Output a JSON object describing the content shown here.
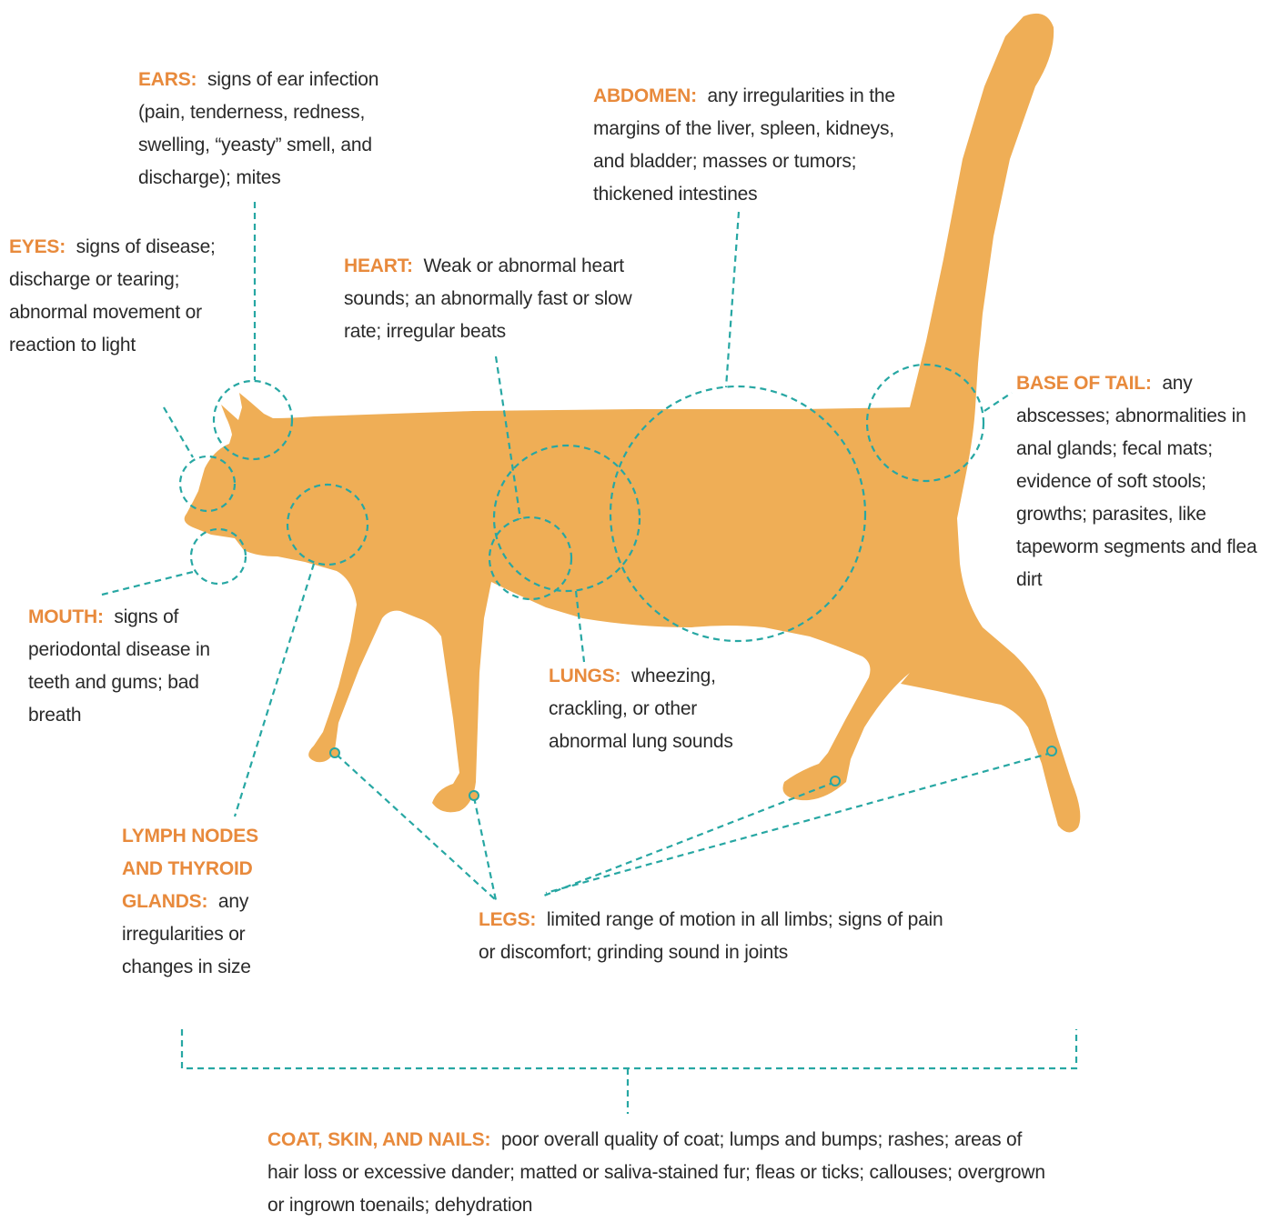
{
  "colors": {
    "cat": "#EFAE56",
    "accent": "#E88A3C",
    "line": "#27A7A3",
    "text": "#2a2a2a"
  },
  "labels": {
    "ears": {
      "title": "EARS:",
      "body": "signs of ear infection (pain, tenderness, redness, swelling, “yeasty” smell, and discharge); mites"
    },
    "abdomen": {
      "title": "ABDOMEN:",
      "body": "any irregularities in the margins of the liver, spleen, kidneys, and bladder; masses or tumors; thickened intestines"
    },
    "eyes": {
      "title": "EYES:",
      "body": "signs of disease; discharge or tearing; abnormal movement or reaction to light"
    },
    "heart": {
      "title": "HEART:",
      "body": "Weak or abnormal heart sounds; an abnormally fast or slow rate; irregular beats"
    },
    "base_of_tail": {
      "title": "BASE OF TAIL:",
      "body": "any abscesses; abnormalities in anal glands; fecal mats; evidence of soft stools; growths; parasites, like tapeworm segments and flea dirt"
    },
    "mouth": {
      "title": "MOUTH:",
      "body": "signs of periodontal disease in teeth and gums; bad breath"
    },
    "lungs": {
      "title": "LUNGS:",
      "body": "wheezing, crackling, or other abnormal lung sounds"
    },
    "lymph": {
      "title": "LYMPH NODES AND THYROID GLANDS:",
      "body": "any irregularities or changes in size"
    },
    "legs": {
      "title": "LEGS:",
      "body": "limited range of motion in all limbs; signs of pain or discomfort; grinding sound in joints"
    },
    "coat": {
      "title": "COAT, SKIN, AND NAILS:",
      "body": "poor overall quality of coat; lumps and bumps; rashes; areas of hair loss or excessive dander; matted or saliva-stained fur; fleas or ticks; callouses; overgrown or ingrown toenails; dehydration"
    }
  }
}
